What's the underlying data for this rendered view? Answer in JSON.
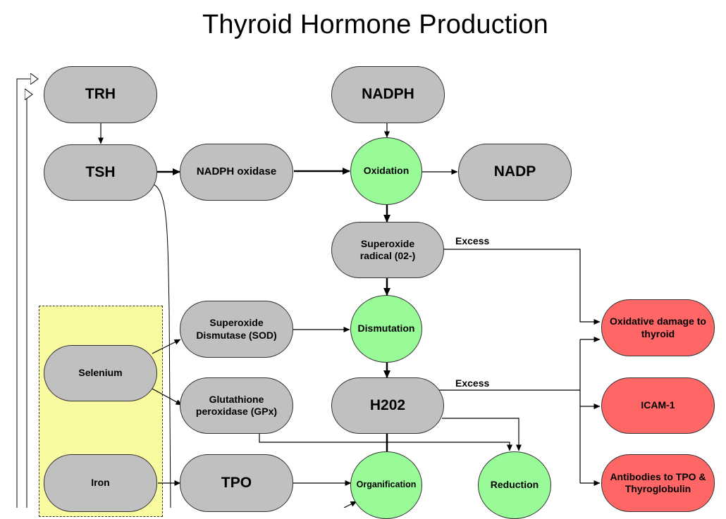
{
  "title": "Thyroid Hormone Production",
  "nodes": {
    "trh": "TRH",
    "tsh": "TSH",
    "nadph": "NADPH",
    "nadph_oxidase": "NADPH oxidase",
    "oxidation": "Oxidation",
    "nadp": "NADP",
    "superoxide_radical": "Superoxide radical (02-)",
    "sod": "Superoxide Dismutase (SOD)",
    "dismutation": "Dismutation",
    "oxidative_damage": "Oxidative damage to thyroid",
    "selenium": "Selenium",
    "gpx": "Glutathione peroxidase (GPx)",
    "h2o2": "H202",
    "icam": "ICAM-1",
    "iron": "Iron",
    "tpo": "TPO",
    "organification": "Organification",
    "reduction": "Reduction",
    "antibodies": "Antibodies to TPO & Thyroglobulin"
  },
  "labels": {
    "excess_1": "Excess",
    "excess_2": "Excess"
  },
  "colors": {
    "node_gray": "#c0c0c0",
    "process_green": "#98fb98",
    "outcome_red": "#ff6666",
    "nutrient_yellow": "#fafaa0"
  }
}
